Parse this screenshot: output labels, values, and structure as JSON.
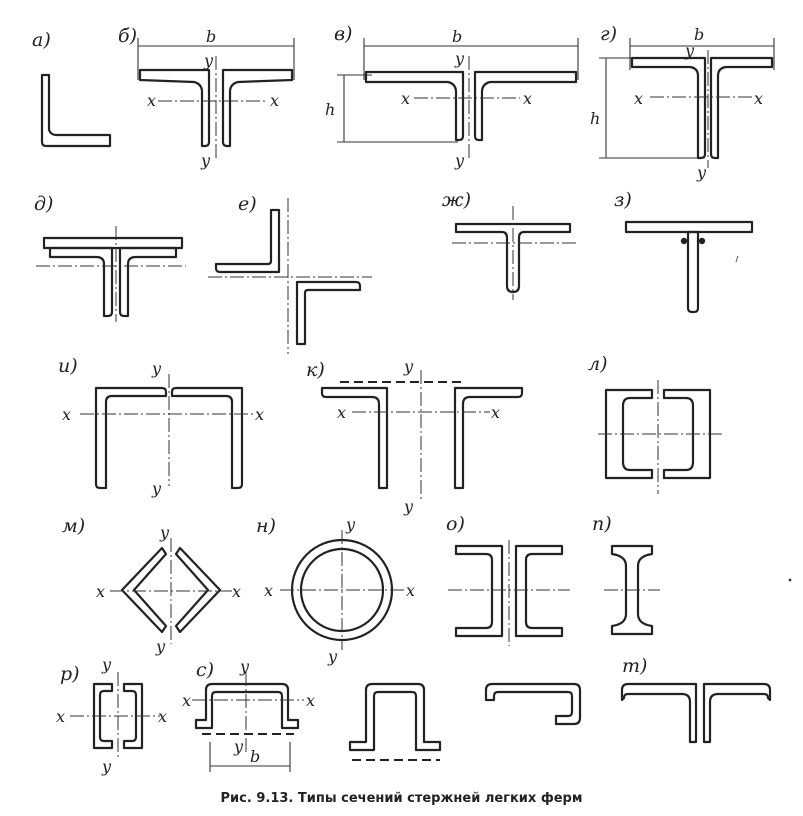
{
  "caption": "Рис. 9.13. Типы сечений стержней легких ферм",
  "axis_labels": {
    "x": "x",
    "y": "y",
    "b": "b",
    "h": "h"
  },
  "panels": [
    {
      "id": "a",
      "label": "а)"
    },
    {
      "id": "b",
      "label": "б)"
    },
    {
      "id": "v",
      "label": "в)"
    },
    {
      "id": "g",
      "label": "г)"
    },
    {
      "id": "d",
      "label": "д)"
    },
    {
      "id": "e",
      "label": "е)"
    },
    {
      "id": "zh",
      "label": "ж)"
    },
    {
      "id": "z",
      "label": "з)"
    },
    {
      "id": "i",
      "label": "и)"
    },
    {
      "id": "k",
      "label": "к)"
    },
    {
      "id": "l",
      "label": "л)"
    },
    {
      "id": "m",
      "label": "м)"
    },
    {
      "id": "n",
      "label": "н)"
    },
    {
      "id": "o",
      "label": "о)"
    },
    {
      "id": "p",
      "label": "п)"
    },
    {
      "id": "r",
      "label": "р)"
    },
    {
      "id": "s",
      "label": "с)"
    },
    {
      "id": "t",
      "label": "т)"
    }
  ]
}
